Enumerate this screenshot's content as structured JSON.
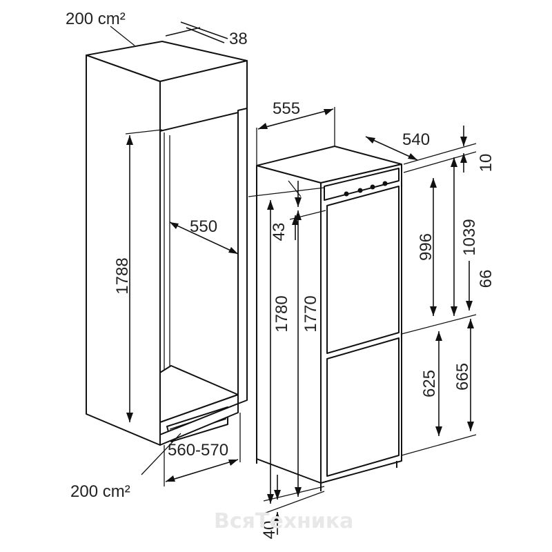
{
  "diagram": {
    "labels": {
      "vent_top_area": "200 cm²",
      "vent_top_depth": "38",
      "niche_height": "1788",
      "niche_depth": "550",
      "niche_width": "560-570",
      "vent_bottom_area": "200 cm²",
      "appliance_width": "555",
      "appliance_depth": "540",
      "top_offset": "10",
      "hinge_offset": "43",
      "upper_door": "996",
      "upper_total": "1039",
      "door_gap": "66",
      "total_height": "1780",
      "door_height": "1770",
      "lower_door": "625",
      "lower_total": "665",
      "bottom_offset": "40"
    },
    "watermark": "ВсяТехника"
  }
}
